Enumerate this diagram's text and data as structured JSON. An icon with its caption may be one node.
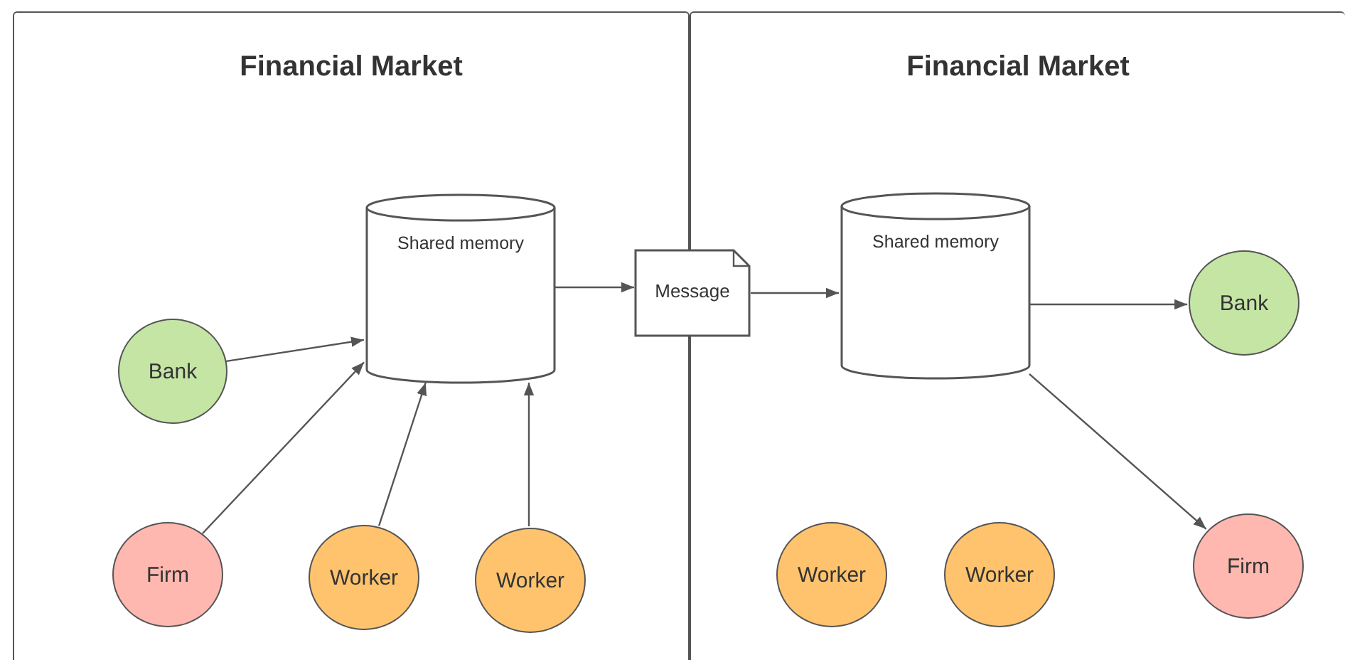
{
  "diagram": {
    "nodes": [
      {
        "text": [
          "Financial Market"
        ]
      },
      {
        "text": [
          "Shared memory"
        ],
        "in": 0
      },
      {
        "text": [
          "Bank"
        ],
        "in": 0
      },
      {
        "text": [
          "Firm"
        ],
        "in": 0
      },
      {
        "text": [
          "Worker"
        ],
        "in": 0
      },
      {
        "text": [
          "Worker"
        ],
        "in": 0
      },
      {
        "text": [
          "Message"
        ]
      },
      {
        "text": [
          "Financial Market"
        ]
      },
      {
        "text": [
          "Shared memory"
        ],
        "in": 7
      },
      {
        "text": [
          "Bank"
        ],
        "in": 7
      },
      {
        "text": [
          "Worker"
        ],
        "in": 7
      },
      {
        "text": [
          "Worker"
        ],
        "in": 7
      },
      {
        "text": [
          "Firm"
        ],
        "in": 7
      }
    ],
    "edges": [
      {
        "from": 2,
        "to": 1,
        "arrow": "to"
      },
      {
        "from": 3,
        "to": 1,
        "arrow": "to"
      },
      {
        "from": 4,
        "to": 1,
        "arrow": "to"
      },
      {
        "from": 5,
        "to": 1,
        "arrow": "to"
      },
      {
        "from": 1,
        "to": 6,
        "arrow": "to"
      },
      {
        "from": 6,
        "to": 8,
        "arrow": "to"
      },
      {
        "from": 8,
        "to": 9,
        "arrow": "to"
      },
      {
        "from": 8,
        "to": 12,
        "arrow": "to"
      }
    ]
  }
}
